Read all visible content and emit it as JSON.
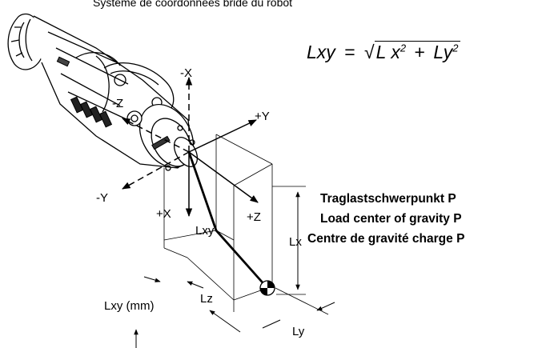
{
  "caption": "Système de coordonnées bride du robot",
  "formula": {
    "lhs": "Lxy",
    "eq": "=",
    "t1": "L x",
    "exp1": "2",
    "plus": "+",
    "t2": "Ly",
    "exp2": "2"
  },
  "axes": {
    "minus_x": "-X",
    "minus_z": "-Z",
    "plus_y": "+Y",
    "minus_y": "-Y",
    "plus_x": "+X",
    "plus_z": "+Z",
    "lxy": "Lxy"
  },
  "dims": {
    "lx": "Lx",
    "lz": "Lz",
    "ly": "Ly",
    "lxy_mm": "Lxy (mm)"
  },
  "load_labels": [
    "Traglastschwerpunkt P",
    "Load center of gravity P",
    "Centre de gravité charge P"
  ]
}
